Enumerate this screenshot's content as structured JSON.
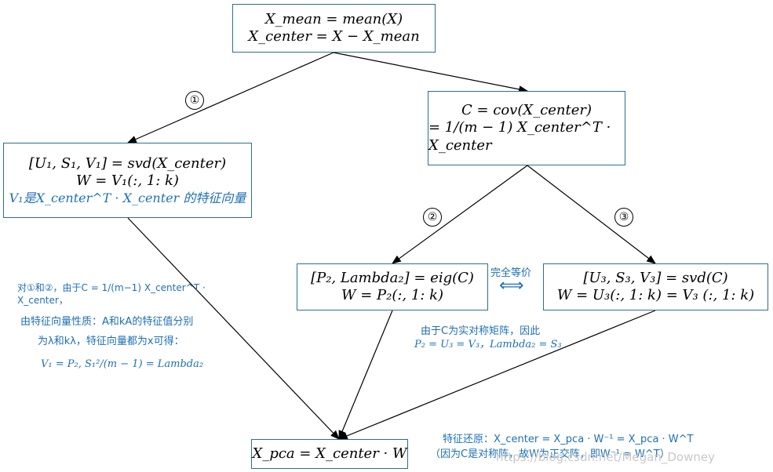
{
  "box_top": {
    "line1": "X_mean = mean(X)",
    "line2": "X_center = X − X_mean"
  },
  "box_svd1": {
    "line1": "[U₁, S₁, V₁] = svd(X_center)",
    "line2": "W = V₁(:, 1: k)",
    "line3": "V₁是X_center^T · X_center 的特征向量"
  },
  "box_cov": {
    "line1": "C = cov(X_center)",
    "line2": "= 1/(m − 1) X_center^T · X_center"
  },
  "box_eig": {
    "line1": "[P₂, Lambda₂] = eig(C)",
    "line2": "W = P₂(:, 1: k)"
  },
  "box_svd3": {
    "line1": "[U₃, S₃, V₃] = svd(C)",
    "line2": "W = U₃(:, 1: k) = V₃ (:, 1: k)"
  },
  "box_pca": {
    "line1": "X_pca = X_center · W"
  },
  "labels": {
    "step1": "①",
    "step2": "②",
    "step3": "③",
    "equiv": "完全等价",
    "equiv_arrow": "⟺"
  },
  "notes": {
    "left": {
      "l1": "对①和②，由于C = 1/(m−1) X_center^T · X_center，",
      "l2": "由特征向量性质：A和kA的特征值分别",
      "l3": "为λ和kλ，特征向量都为x可得：",
      "l4": "V₁ = P₂,      S₁²/(m − 1) = Lambda₂"
    },
    "mid": {
      "l1": "由于C为实对称矩阵，因此",
      "l2": "P₂ = U₃ = V₃，Lambda₂ = S₃"
    },
    "bottom": {
      "l1": "特征还原：X_center = X_pca · W⁻¹ = X_pca · W^T",
      "l2": "（因为C是对称阵，故W为正交阵，即W⁻¹ = W^T）"
    }
  },
  "watermark": "https://blog.csdn.net/Megan_Downey",
  "colors": {
    "accent": "#1f6fb5",
    "border": "#2e6f8e"
  }
}
